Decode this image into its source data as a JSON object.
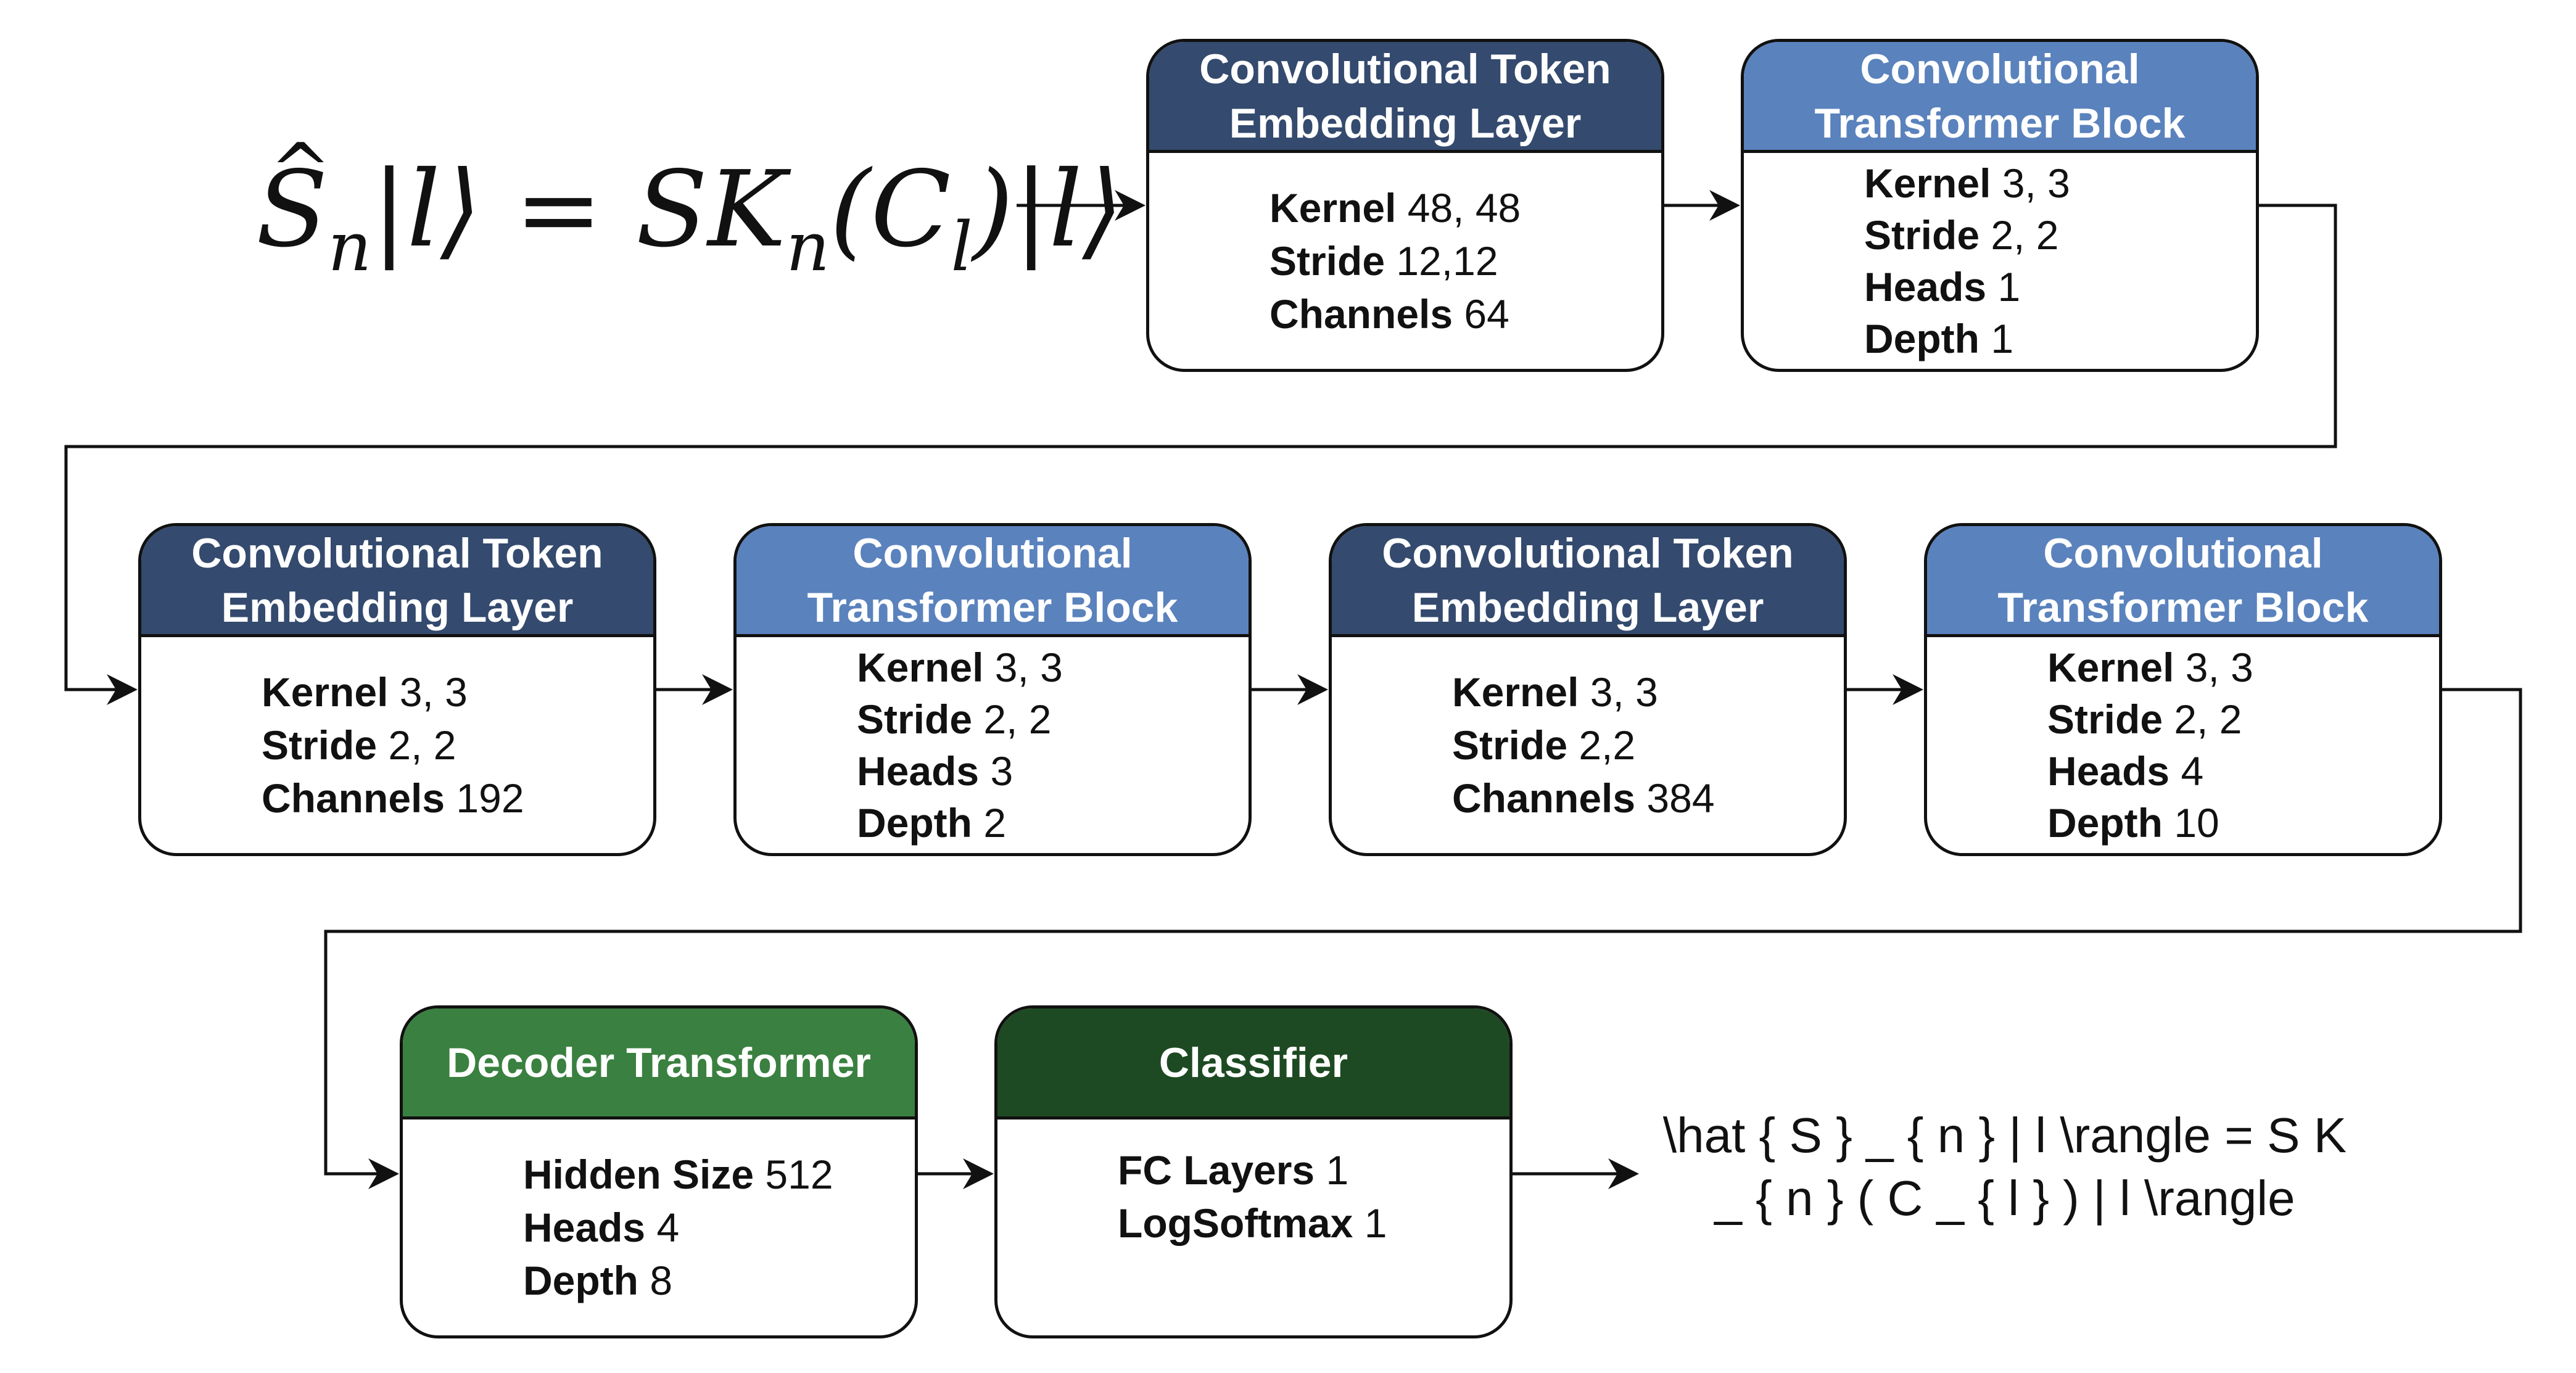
{
  "formula": {
    "lhs_symbol": "S",
    "lhs_sub": "n",
    "rhs_prefix": "|l⟩ = SK",
    "rhs_sub_n": "n",
    "rhs_mid": "(C",
    "rhs_sub_l": "l",
    "rhs_suffix": ")|l⟩"
  },
  "latex_fallback": {
    "line1": "\\hat { S } _ { n } | l \\rangle = S K",
    "line2": "_ { n } ( C _ { l } ) | l \\rangle"
  },
  "blocks": [
    {
      "title_lines": [
        "Convolutional Token",
        "Embedding Layer"
      ],
      "color": "#344a6e",
      "params": [
        {
          "key": "Kernel",
          "value": "48, 48"
        },
        {
          "key": "Stride",
          "value": "12,12"
        },
        {
          "key": "Channels",
          "value": "64"
        }
      ]
    },
    {
      "title_lines": [
        "Convolutional",
        "Transformer Block"
      ],
      "color": "#5a82bd",
      "params": [
        {
          "key": "Kernel",
          "value": "3, 3"
        },
        {
          "key": "Stride",
          "value": "2, 2"
        },
        {
          "key": "Heads",
          "value": "1"
        },
        {
          "key": "Depth",
          "value": "1"
        }
      ]
    },
    {
      "title_lines": [
        "Convolutional Token",
        "Embedding Layer"
      ],
      "color": "#344a6e",
      "params": [
        {
          "key": "Kernel",
          "value": "3, 3"
        },
        {
          "key": "Stride",
          "value": "2, 2"
        },
        {
          "key": "Channels",
          "value": "192"
        }
      ]
    },
    {
      "title_lines": [
        "Convolutional",
        "Transformer Block"
      ],
      "color": "#5a82bd",
      "params": [
        {
          "key": "Kernel",
          "value": "3, 3"
        },
        {
          "key": "Stride",
          "value": "2, 2"
        },
        {
          "key": "Heads",
          "value": "3"
        },
        {
          "key": "Depth",
          "value": "2"
        }
      ]
    },
    {
      "title_lines": [
        "Convolutional Token",
        "Embedding Layer"
      ],
      "color": "#344a6e",
      "params": [
        {
          "key": "Kernel",
          "value": "3, 3"
        },
        {
          "key": "Stride",
          "value": "2,2"
        },
        {
          "key": "Channels",
          "value": "384"
        }
      ]
    },
    {
      "title_lines": [
        "Convolutional",
        "Transformer Block"
      ],
      "color": "#5a82bd",
      "params": [
        {
          "key": "Kernel",
          "value": "3, 3"
        },
        {
          "key": "Stride",
          "value": "2, 2"
        },
        {
          "key": "Heads",
          "value": "4"
        },
        {
          "key": "Depth",
          "value": "10"
        }
      ]
    },
    {
      "title_lines": [
        "Decoder Transformer"
      ],
      "color": "#3a8040",
      "params": [
        {
          "key": "Hidden Size",
          "value": "512"
        },
        {
          "key": "Heads",
          "value": "4"
        },
        {
          "key": "Depth",
          "value": "8"
        }
      ]
    },
    {
      "title_lines": [
        "Classifier"
      ],
      "color": "#1d4a22",
      "params": [
        {
          "key": "FC Layers",
          "value": "1"
        },
        {
          "key": "LogSoftmax",
          "value": "1"
        }
      ]
    }
  ]
}
